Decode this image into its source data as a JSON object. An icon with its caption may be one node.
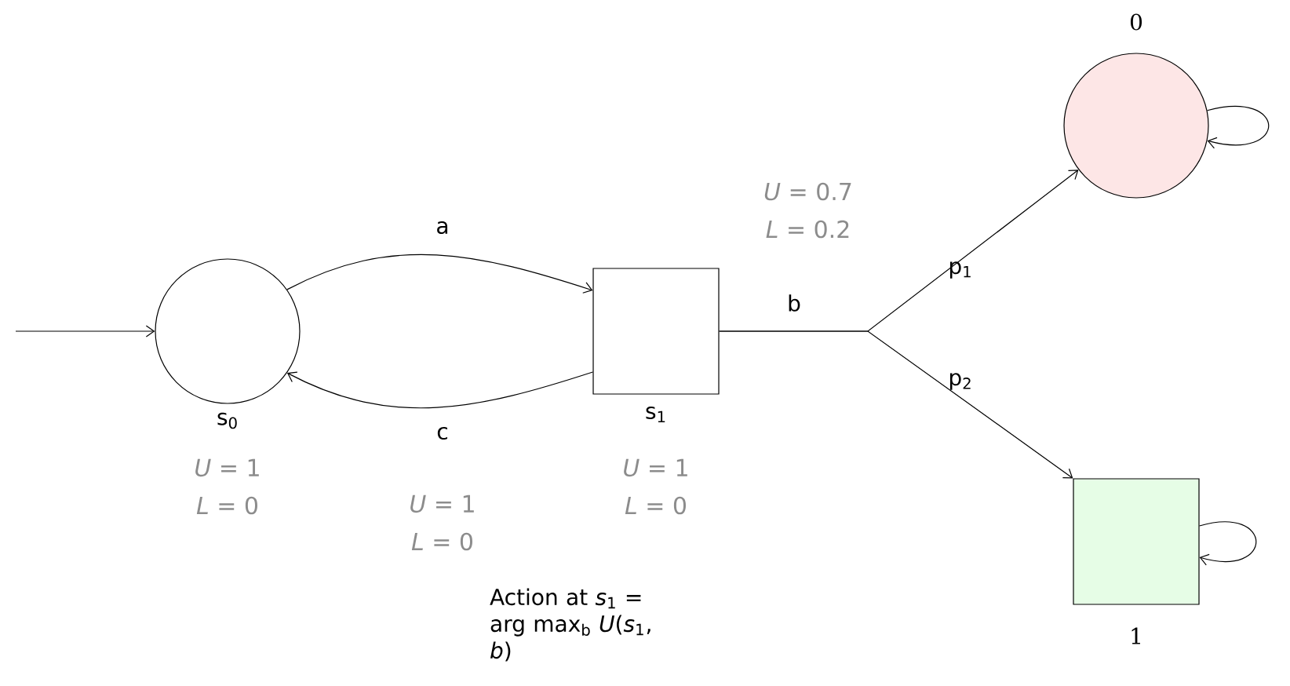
{
  "diagram": {
    "nodes": [
      {
        "text": [
          "s$_{0}$"
        ],
        "beside": [
          "*U* = 1",
          "*L* = 0"
        ]
      },
      {
        "text": [
          "s$_{1}$"
        ],
        "beside": [
          "*U* = 1",
          "*L* = 0"
        ]
      },
      {
        "text": [
          "0"
        ]
      },
      {
        "text": [
          "1"
        ]
      }
    ],
    "edges": [
      {
        "from": null,
        "to": 0,
        "arrow": "to"
      },
      {
        "from": 0,
        "to": 1,
        "arrow": "to",
        "label": "a"
      },
      {
        "from": 1,
        "to": 0,
        "arrow": "to",
        "label": "c"
      },
      {
        "from": 1,
        "to": 2,
        "arrow": "to",
        "label": "p$_{1}$"
      },
      {
        "from": 1,
        "to": 3,
        "arrow": "to",
        "label": "p$_{2}$"
      },
      {
        "from": 2,
        "to": 2,
        "arrow": "to"
      },
      {
        "from": 3,
        "to": 3,
        "arrow": "to"
      }
    ],
    "labels": [
      "*U* = 0.7",
      "*L* = 0.2",
      "b",
      "*U* = 1",
      "*L* = 0",
      "Action at *s*$_{1}$ = arg max$_{b}$ *U*(*s*$_{1}$, *b*)"
    ]
  }
}
